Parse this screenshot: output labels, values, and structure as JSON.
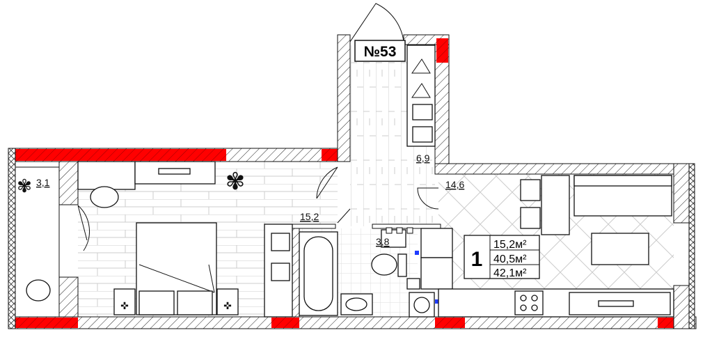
{
  "plan": {
    "apartment_number": "№53",
    "rooms_count": "1",
    "areas": {
      "living": "15,2м²",
      "total_no_balcony": "40,5м²",
      "total": "42,1м²"
    },
    "room_labels": {
      "balcony": "3,1",
      "bedroom": "15,2",
      "hall": "6,9",
      "kitchen": "14,6",
      "bathroom": "3,8"
    },
    "colors": {
      "bearing_wall": "#ff0000",
      "wall_line": "#111111",
      "accent_blue": "#1f3cff"
    }
  }
}
